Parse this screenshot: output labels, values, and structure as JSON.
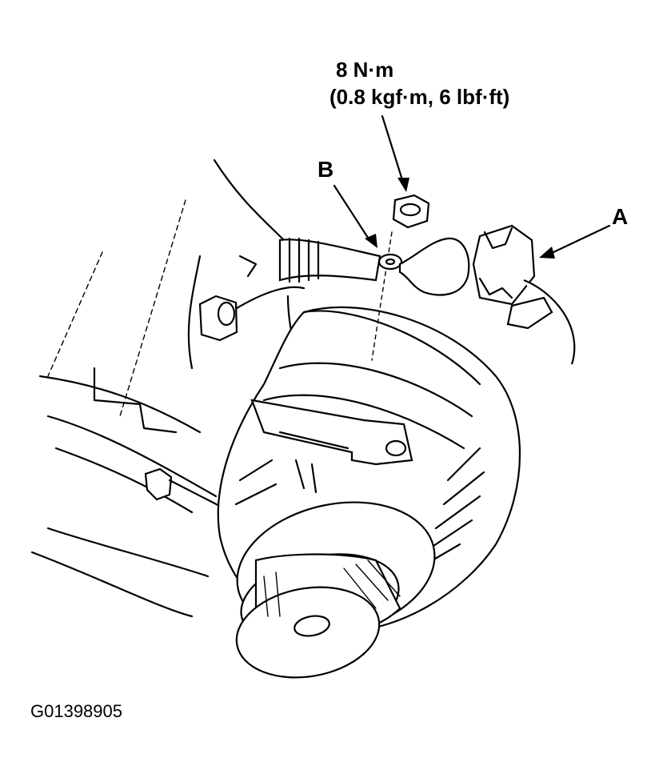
{
  "torque_spec": {
    "line1": "8 N·m",
    "line2": "(0.8 kgf·m, 6 lbf·ft)"
  },
  "callouts": {
    "a": "A",
    "b": "B"
  },
  "figure_id": "G01398905"
}
